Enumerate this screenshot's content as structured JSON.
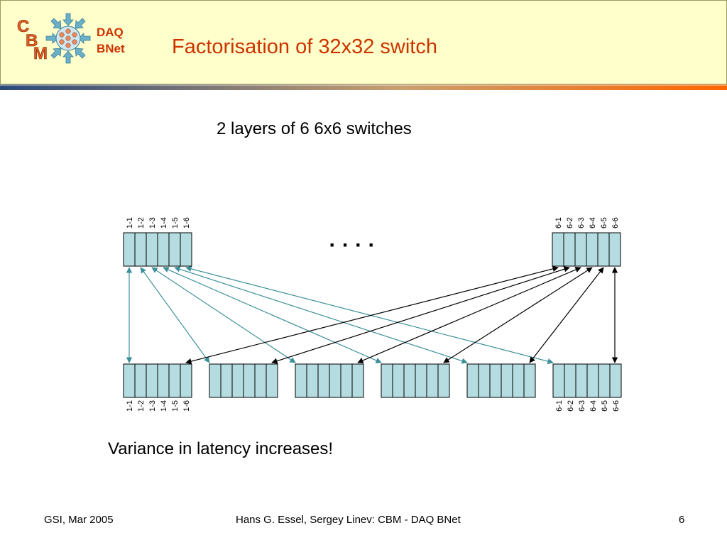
{
  "logo": {
    "letters": [
      "C",
      "B",
      "M"
    ],
    "word1": "DAQ",
    "word2": "BNet"
  },
  "title": "Factorisation of 32x32 switch",
  "subtitle": "2 layers of 6 6x6 switches",
  "ellipsis": "· · · ·",
  "port_labels": {
    "top_left": [
      "1-1",
      "1-2",
      "1-3",
      "1-4",
      "1-5",
      "1-6"
    ],
    "top_right": [
      "6-1",
      "6-2",
      "6-3",
      "6-4",
      "6-5",
      "6-6"
    ],
    "bottom_left": [
      "1-1",
      "1-2",
      "1-3",
      "1-4",
      "1-5",
      "1-6"
    ],
    "bottom_right": [
      "6-1",
      "6-2",
      "6-3",
      "6-4",
      "6-5",
      "6-6"
    ]
  },
  "note": "Variance in latency increases!",
  "footer": {
    "left": "GSI, Mar 2005",
    "center": "Hans G. Essel, Sergey Linev: CBM - DAQ BNet",
    "right": "6"
  },
  "colors": {
    "header_bg": "#ffffcc",
    "title": "#cc3300",
    "switch_fill": "#b5dde1",
    "teal_line": "#3a8f99",
    "black_line": "#000000",
    "band_start": "#2b4a7a",
    "band_end": "#ff6600"
  },
  "diagram": {
    "switch_ports": 6,
    "top_switch_count": 2,
    "bottom_switch_count": 6,
    "teal_links": [
      [
        0,
        0
      ],
      [
        1,
        1
      ],
      [
        2,
        2
      ],
      [
        3,
        3
      ],
      [
        4,
        4
      ],
      [
        5,
        5
      ]
    ],
    "black_links": [
      [
        0,
        0
      ],
      [
        1,
        1
      ],
      [
        2,
        2
      ],
      [
        3,
        3
      ],
      [
        4,
        4
      ],
      [
        5,
        5
      ]
    ]
  }
}
